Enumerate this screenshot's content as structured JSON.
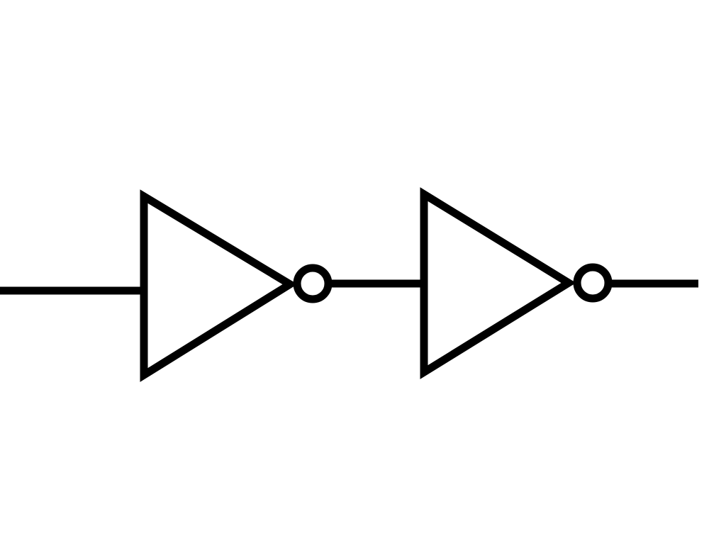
{
  "diagram": {
    "type": "logic-circuit",
    "components": [
      {
        "id": "not-gate-1",
        "kind": "not-gate",
        "icon": "inverter-icon"
      },
      {
        "id": "not-gate-2",
        "kind": "not-gate",
        "icon": "inverter-icon"
      }
    ],
    "connections": [
      {
        "from": "input",
        "to": "not-gate-1"
      },
      {
        "from": "not-gate-1",
        "to": "not-gate-2"
      },
      {
        "from": "not-gate-2",
        "to": "output"
      }
    ],
    "colors": {
      "background": "#ffffff",
      "stroke": "#000000"
    }
  }
}
